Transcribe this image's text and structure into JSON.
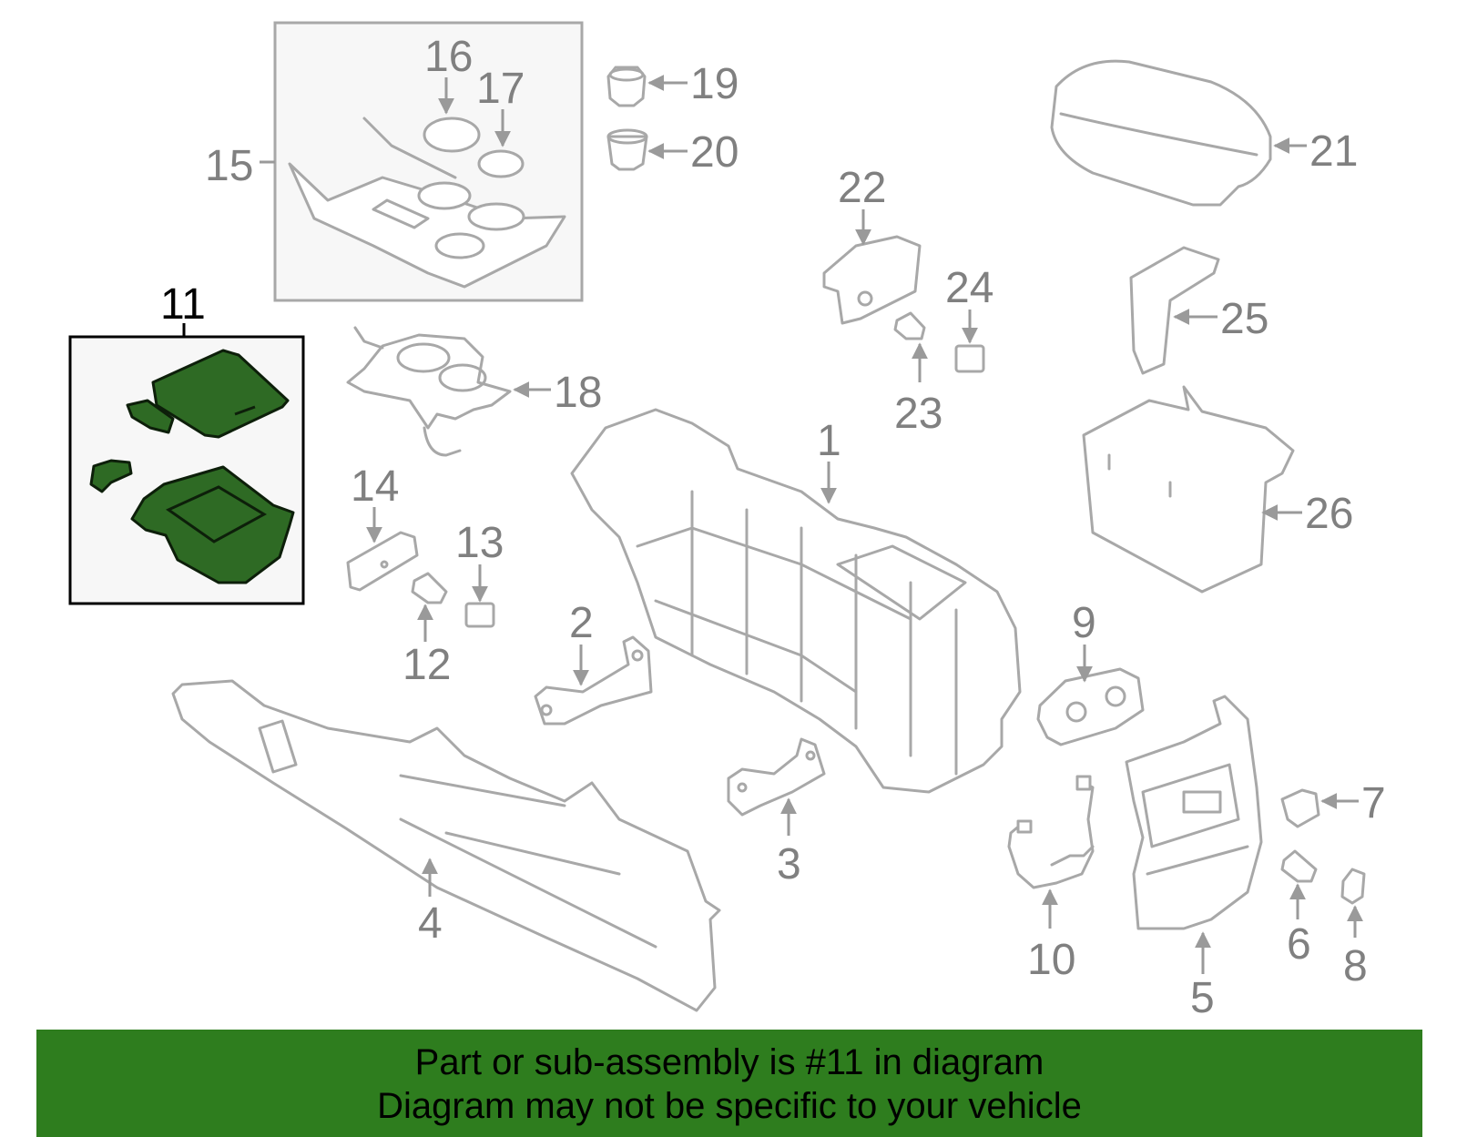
{
  "diagram": {
    "highlight_color": "#2e6a24",
    "part_outline_color": "#a8a8a8",
    "callouts": [
      "1",
      "2",
      "3",
      "4",
      "5",
      "6",
      "7",
      "8",
      "9",
      "10",
      "11",
      "12",
      "13",
      "14",
      "15",
      "16",
      "17",
      "18",
      "19",
      "20",
      "21",
      "22",
      "23",
      "24",
      "25",
      "26"
    ],
    "highlighted_callout": "11"
  },
  "banner": {
    "background": "#2e7d1e",
    "line1": "Part or sub-assembly is #11 in diagram",
    "line2": "Diagram may not be specific to your vehicle"
  }
}
